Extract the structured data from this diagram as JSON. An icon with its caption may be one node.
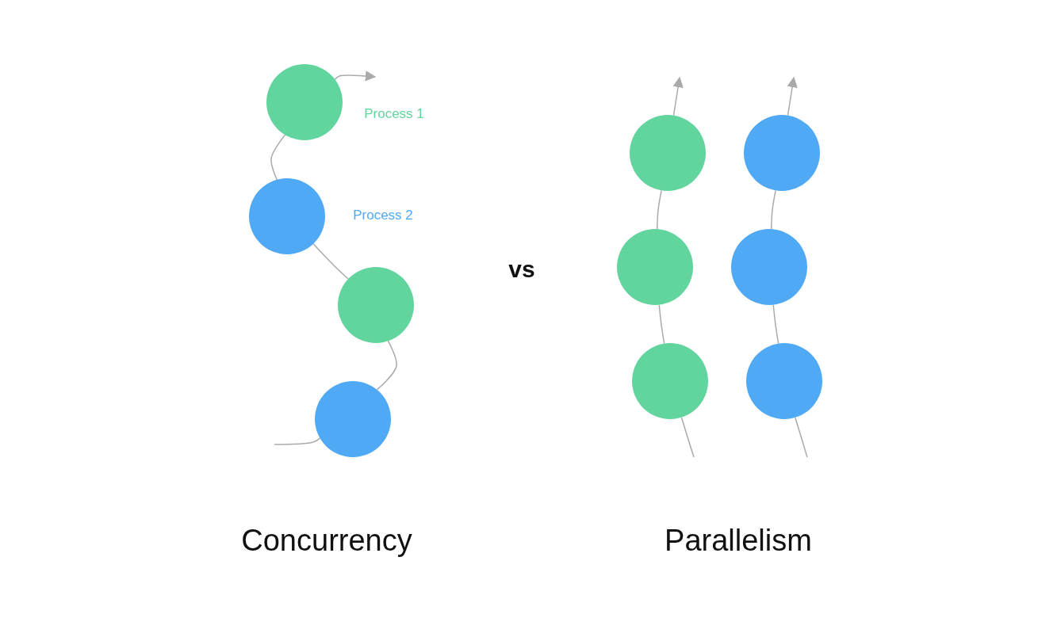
{
  "diagram": {
    "nodes": [
      {
        "text": [],
        "shape": "circle",
        "beside": [
          "Process 1"
        ]
      },
      {
        "text": [],
        "shape": "circle",
        "beside": [
          "Process 2"
        ]
      },
      {
        "text": [],
        "shape": "circle"
      },
      {
        "text": [],
        "shape": "circle"
      },
      {
        "text": [],
        "shape": "circle"
      },
      {
        "text": [],
        "shape": "circle"
      },
      {
        "text": [],
        "shape": "circle"
      },
      {
        "text": [],
        "shape": "circle"
      },
      {
        "text": [],
        "shape": "circle"
      },
      {
        "text": [],
        "shape": "circle"
      }
    ],
    "edges": [
      {
        "from": null,
        "to": 3,
        "arrow": "none"
      },
      {
        "from": 3,
        "to": 2,
        "arrow": "none"
      },
      {
        "from": 2,
        "to": 1,
        "arrow": "none"
      },
      {
        "from": 1,
        "to": 0,
        "arrow": "none"
      },
      {
        "from": 0,
        "to": null,
        "arrow": "to"
      },
      {
        "from": null,
        "to": 6,
        "arrow": "none"
      },
      {
        "from": 6,
        "to": 5,
        "arrow": "none"
      },
      {
        "from": 5,
        "to": 4,
        "arrow": "none"
      },
      {
        "from": 4,
        "to": null,
        "arrow": "to"
      },
      {
        "from": null,
        "to": 9,
        "arrow": "none"
      },
      {
        "from": 9,
        "to": 8,
        "arrow": "none"
      },
      {
        "from": 8,
        "to": 7,
        "arrow": "none"
      },
      {
        "from": 7,
        "to": null,
        "arrow": "to"
      }
    ],
    "labels": [
      "vs",
      "Concurrency",
      "Parallelism"
    ]
  }
}
